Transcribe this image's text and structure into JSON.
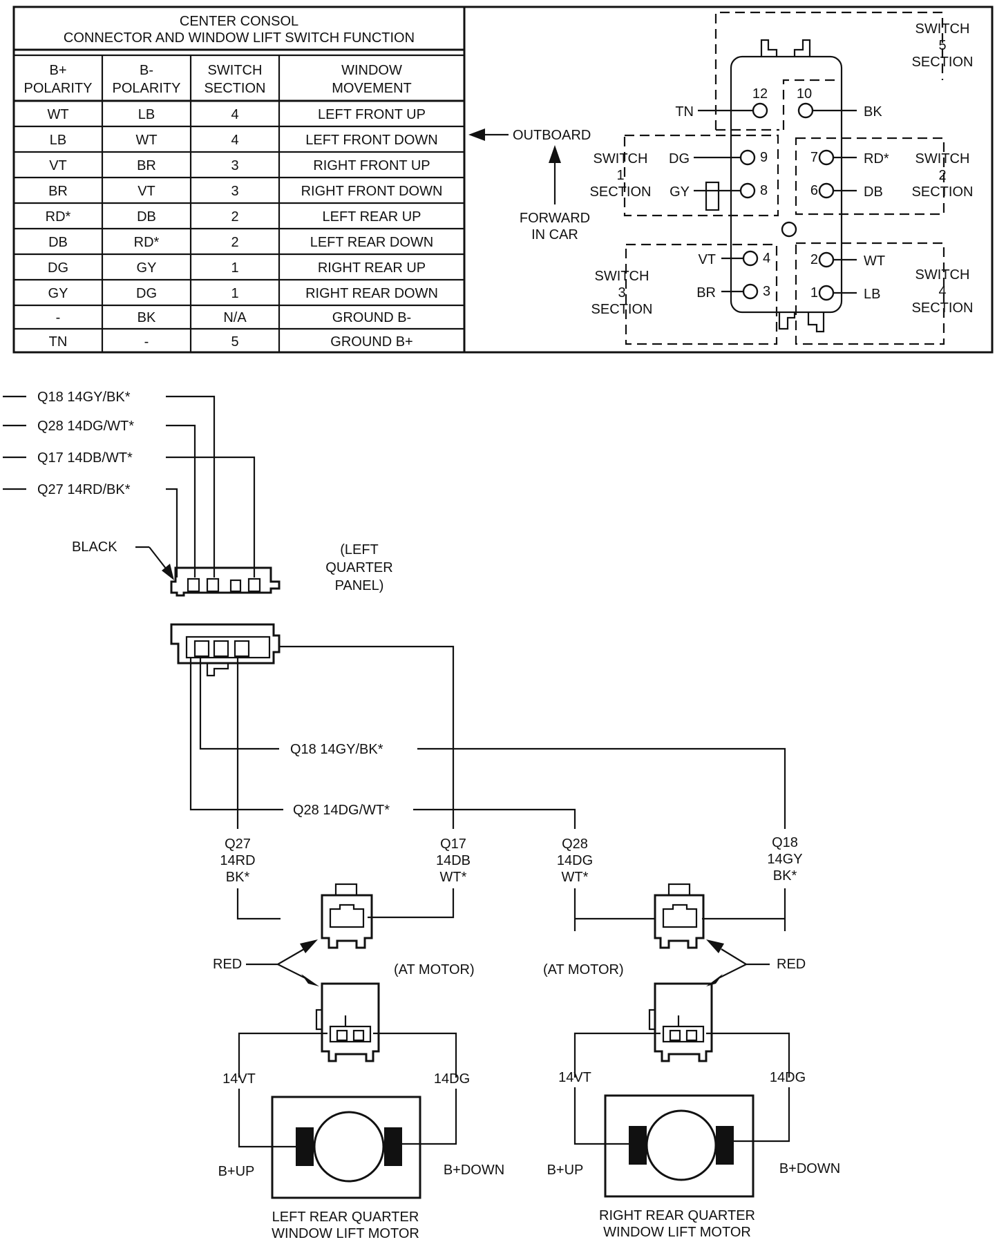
{
  "table": {
    "title_line1": "CENTER CONSOL",
    "title_line2": "CONNECTOR AND WINDOW LIFT SWITCH FUNCTION",
    "headers": [
      [
        "B+",
        "POLARITY"
      ],
      [
        "B-",
        "POLARITY"
      ],
      [
        "SWITCH",
        "SECTION"
      ],
      [
        "WINDOW",
        "MOVEMENT"
      ]
    ],
    "rows": [
      [
        "WT",
        "LB",
        "4",
        "LEFT FRONT UP"
      ],
      [
        "LB",
        "WT",
        "4",
        "LEFT FRONT DOWN"
      ],
      [
        "VT",
        "BR",
        "3",
        "RIGHT FRONT UP"
      ],
      [
        "BR",
        "VT",
        "3",
        "RIGHT FRONT DOWN"
      ],
      [
        "RD*",
        "DB",
        "2",
        "LEFT REAR UP"
      ],
      [
        "DB",
        "RD*",
        "2",
        "LEFT REAR DOWN"
      ],
      [
        "DG",
        "GY",
        "1",
        "RIGHT REAR UP"
      ],
      [
        "GY",
        "DG",
        "1",
        "RIGHT REAR DOWN"
      ],
      [
        "-",
        "BK",
        "N/A",
        "GROUND B-"
      ],
      [
        "TN",
        "-",
        "5",
        "GROUND B+"
      ]
    ]
  },
  "connector": {
    "sections": {
      "s5": [
        "SWITCH",
        "5",
        "SECTION"
      ],
      "s1": [
        "SWITCH",
        "1",
        "SECTION"
      ],
      "s2": [
        "SWITCH",
        "2",
        "SECTION"
      ],
      "s3": [
        "SWITCH",
        "3",
        "SECTION"
      ],
      "s4": [
        "SWITCH",
        "4",
        "SECTION"
      ]
    },
    "pins": {
      "p12": "12",
      "p10": "10",
      "p9": "9",
      "p8": "8",
      "p7": "7",
      "p6": "6",
      "p4": "4",
      "p3": "3",
      "p2": "2",
      "p1": "1"
    },
    "wires": {
      "tn": "TN",
      "bk": "BK",
      "dg": "DG",
      "gy": "GY",
      "rd": "RD*",
      "db": "DB",
      "vt": "VT",
      "br": "BR",
      "wt": "WT",
      "lb": "LB"
    },
    "outboard": "OUTBOARD",
    "forward_line1": "FORWARD",
    "forward_line2": "IN CAR"
  },
  "wiring": {
    "left_wires": [
      "Q18 14GY/BK*",
      "Q28 14DG/WT*",
      "Q17 14DB/WT*",
      "Q27 14RD/BK*"
    ],
    "black": "BLACK",
    "quarter_panel": [
      "(LEFT",
      "QUARTER",
      "PANEL)"
    ],
    "mid_q18": "Q18 14GY/BK*",
    "mid_q28": "Q28 14DG/WT*",
    "drops": {
      "q27": [
        "Q27",
        "14RD",
        "BK*"
      ],
      "q17": [
        "Q17",
        "14DB",
        "WT*"
      ],
      "q28": [
        "Q28",
        "14DG",
        "WT*"
      ],
      "q18": [
        "Q18",
        "14GY",
        "BK*"
      ]
    },
    "red_left": "RED",
    "red_right": "RED",
    "at_motor_left": "(AT MOTOR)",
    "at_motor_right": "(AT MOTOR)",
    "left_motor": {
      "wire_a": "14VT",
      "wire_b": "14DG",
      "up": "B+UP",
      "down": "B+DOWN",
      "name": [
        "LEFT REAR QUARTER",
        "WINDOW LIFT MOTOR"
      ]
    },
    "right_motor": {
      "wire_a": "14VT",
      "wire_b": "14DG",
      "up": "B+UP",
      "down": "B+DOWN",
      "name": [
        "RIGHT REAR QUARTER",
        "WINDOW LIFT MOTOR"
      ]
    }
  }
}
